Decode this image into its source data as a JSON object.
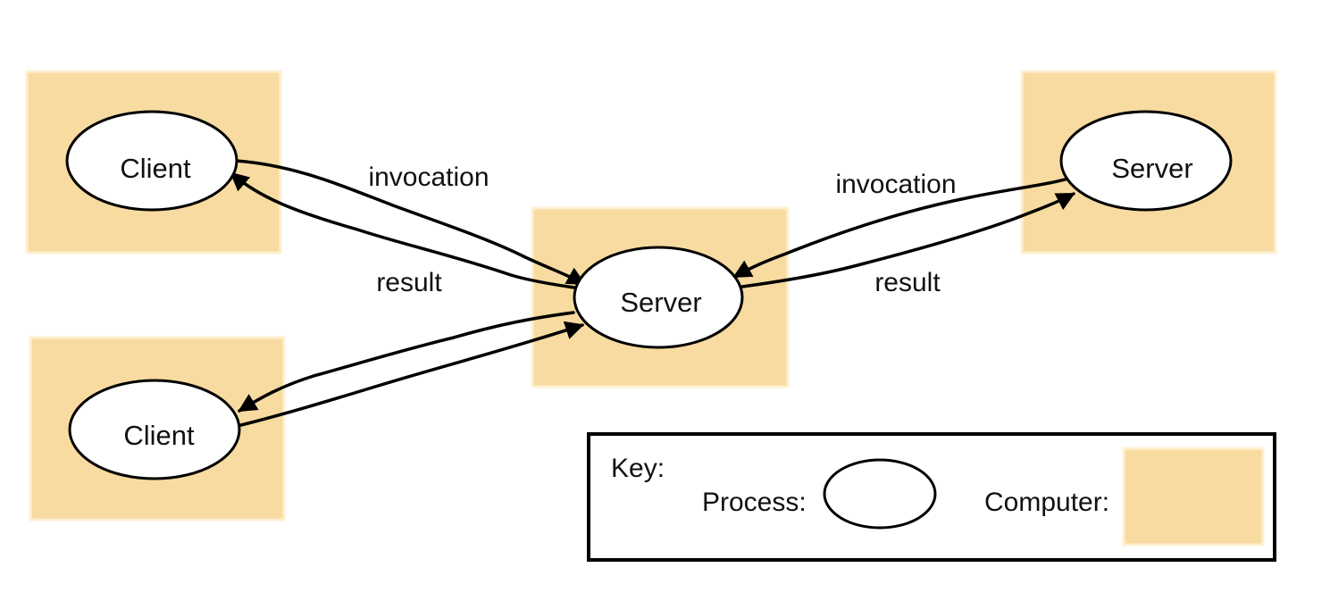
{
  "diagram": {
    "nodes": [
      {
        "id": "client-top",
        "label": "Client",
        "type": "process"
      },
      {
        "id": "client-bottom",
        "label": "Client",
        "type": "process"
      },
      {
        "id": "server-middle",
        "label": "Server",
        "type": "process"
      },
      {
        "id": "server-right",
        "label": "Server",
        "type": "process"
      }
    ],
    "edge_labels": {
      "left_invocation": "invocation",
      "left_result": "result",
      "right_invocation": "invocation",
      "right_result": "result"
    },
    "key": {
      "title": "Key:",
      "process_label": "Process:",
      "computer_label": "Computer:"
    },
    "colors": {
      "computer_fill": "#f8dba1",
      "computer_edge": "#fff0d2",
      "process_fill": "#ffffff",
      "line": "#000000",
      "text": "#111111"
    }
  }
}
